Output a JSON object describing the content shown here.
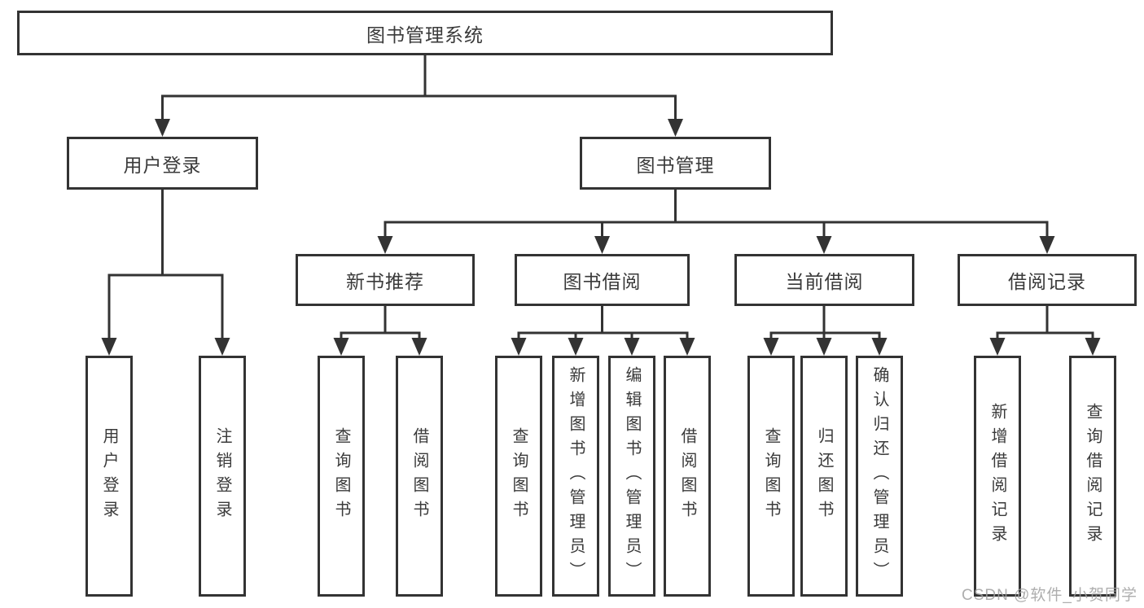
{
  "diagram": {
    "root": {
      "label": "图书管理系统"
    },
    "level2": {
      "user_login": {
        "label": "用户登录"
      },
      "book_management": {
        "label": "图书管理"
      }
    },
    "level3": {
      "new_book_recommend": {
        "label": "新书推荐"
      },
      "book_borrowing": {
        "label": "图书借阅"
      },
      "current_borrowing": {
        "label": "当前借阅"
      },
      "borrowing_records": {
        "label": "借阅记录"
      }
    },
    "leaves": {
      "user_login": {
        "label": "用户登录"
      },
      "logout": {
        "label": "注销登录"
      },
      "search_books_1": {
        "label": "查询图书"
      },
      "borrow_books_1": {
        "label": "借阅图书"
      },
      "search_books_2": {
        "label": "查询图书"
      },
      "add_books_admin": {
        "label": "新增图书（管理员）"
      },
      "edit_books_admin": {
        "label": "编辑图书（管理员）"
      },
      "borrow_books_2": {
        "label": "借阅图书"
      },
      "search_books_3": {
        "label": "查询图书"
      },
      "return_books": {
        "label": "归还图书"
      },
      "confirm_return_admin": {
        "label": "确认归还（管理员）"
      },
      "add_borrow_record": {
        "label": "新增借阅记录"
      },
      "search_borrow_record": {
        "label": "查询借阅记录"
      }
    },
    "hierarchy": {
      "图书管理系统": {
        "用户登录": [
          "用户登录",
          "注销登录"
        ],
        "图书管理": {
          "新书推荐": [
            "查询图书",
            "借阅图书"
          ],
          "图书借阅": [
            "查询图书",
            "新增图书（管理员）",
            "编辑图书（管理员）",
            "借阅图书"
          ],
          "当前借阅": [
            "查询图书",
            "归还图书",
            "确认归还（管理员）"
          ],
          "借阅记录": [
            "新增借阅记录",
            "查询借阅记录"
          ]
        }
      }
    }
  },
  "watermark": {
    "text": "CSDN @软件_小贺同学"
  },
  "colors": {
    "line": "#333333",
    "text": "#3a3a3a",
    "background": "#ffffff",
    "watermark": "#a0a0a0"
  }
}
